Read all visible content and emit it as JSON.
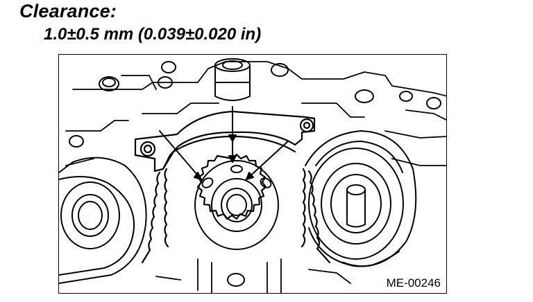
{
  "header": {
    "title": "Clearance:",
    "spec": "1.0±0.5 mm (0.039±0.020 in)"
  },
  "figure": {
    "code": "ME-00246"
  }
}
